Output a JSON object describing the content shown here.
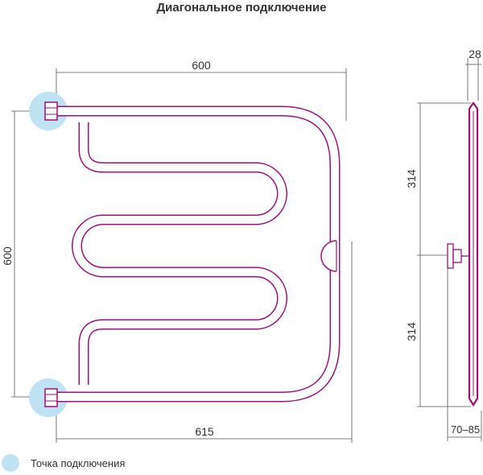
{
  "title": "Диагональное подключение",
  "dimensions": {
    "front_top_width": "600",
    "front_height": "600",
    "front_bottom_width": "615",
    "side_depth": "28",
    "side_upper_half": "314",
    "side_lower_half": "314",
    "side_wall_offset": "70–85"
  },
  "legend": {
    "label": "Точка подключения"
  },
  "colors": {
    "pipe": "#a3107a",
    "connection_point": "#bfe3f5",
    "line": "#555555"
  }
}
